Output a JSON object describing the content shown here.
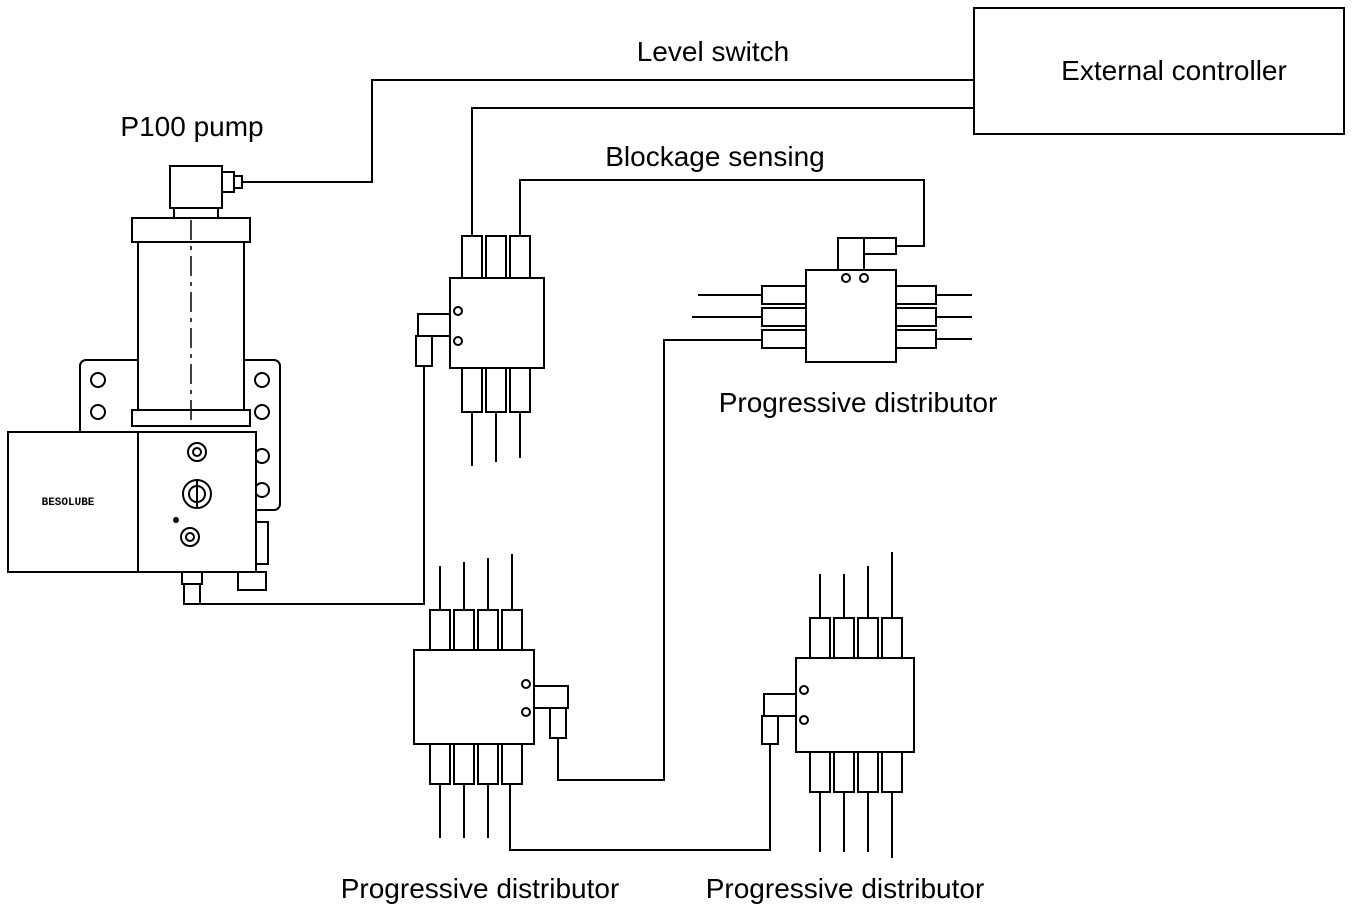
{
  "labels": {
    "level_switch": "Level switch",
    "external_controller": "External controller",
    "pump": "P100 pump",
    "blockage_sensing": "Blockage sensing",
    "distributor_top_right": "Progressive distributor",
    "distributor_bottom_left": "Progressive distributor",
    "distributor_bottom_right": "Progressive distributor",
    "pump_logo": "BESOLUBE"
  }
}
